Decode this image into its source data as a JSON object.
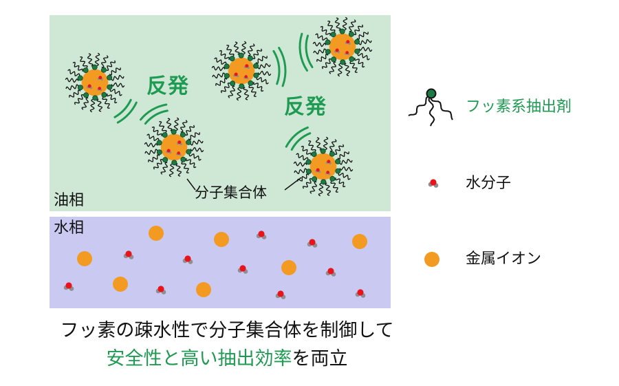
{
  "phases": {
    "oil": "油相",
    "water": "水相"
  },
  "labels": {
    "repel_1": "反発",
    "repel_2": "反発",
    "aggregate": "分子集合体"
  },
  "legend": {
    "extractant": "フッ素系抽出剤",
    "water_molecule": "水分子",
    "metal_ion": "金属イオン"
  },
  "caption": {
    "line1": "フッ素の疎水性で分子集合体を制御して",
    "line2_highlight": "安全性と高い抽出効率",
    "line2_rest": "を両立"
  },
  "colors": {
    "oil_phase": "#cfe8d6",
    "water_phase": "#c9c9f2",
    "accent_green": "#1f9a52",
    "metal_ion": "#f39a23",
    "water_red": "#e8141b",
    "water_gray": "#8f8f8f",
    "head_green": "#1e7a45"
  }
}
